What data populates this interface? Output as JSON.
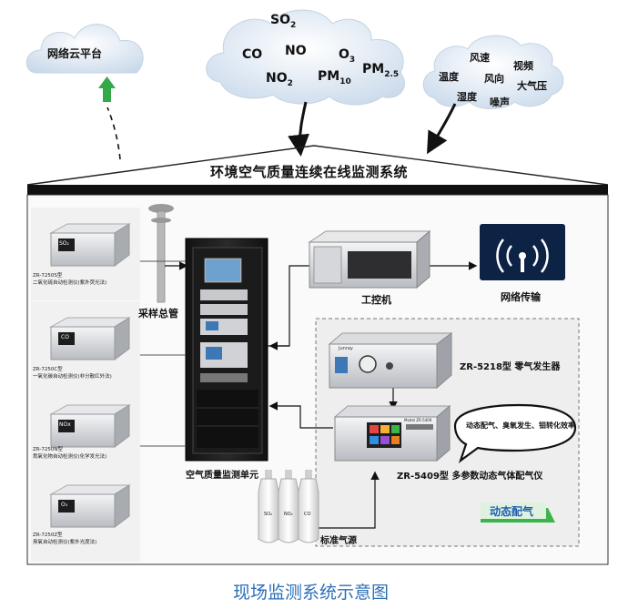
{
  "clouds": {
    "platform": {
      "label": "网络云平台"
    },
    "pollutants": {
      "so2": "SO",
      "so2_sub": "2",
      "co": "CO",
      "no": "NO",
      "o3": "O",
      "o3_sub": "3",
      "no2": "NO",
      "no2_sub": "2",
      "pm10": "PM",
      "pm10_sub": "10",
      "pm25": "PM",
      "pm25_sub": "2.5"
    },
    "weather": {
      "wind_speed": "风速",
      "temperature": "温度",
      "wind_direction": "风向",
      "visibility": "视频",
      "humidity": "湿度",
      "pressure": "大气压",
      "noise": "噪声"
    }
  },
  "system_title": "环境空气质量连续在线监测系统",
  "analyzers": [
    {
      "model": "ZR-7250S型",
      "desc": "二氧化硫自动检测仪(紫外荧光法)",
      "screen": "SO₂"
    },
    {
      "model": "ZR-7250C型",
      "desc": "一氧化碳自动检测仪(非分散红外法)",
      "screen": "CO"
    },
    {
      "model": "ZR-7250N型",
      "desc": "氮氧化物自动检测仪(化学发光法)",
      "screen": "NOx"
    },
    {
      "model": "ZR-7250Z型",
      "desc": "臭氧自动检测仪(紫外光度法)",
      "screen": "O₃"
    }
  ],
  "labels": {
    "sampling_pipe": "采样总管",
    "monitoring_unit": "空气质量监测单元",
    "industrial_pc": "工控机",
    "network": "网络传输",
    "zero_gas": "ZR-5218型 零气发生器",
    "calibrator": "ZR-5409型 多参数动态气体配气仪",
    "speech": "动态配气、臭氧发生、钼转化效率",
    "dynamic_dist": "动态配气",
    "standard_gas": "标准气源",
    "zero_gas_brand": "Junray",
    "calibrator_screen_title": "Model ZR-5409",
    "cylinders": [
      "SO₂",
      "NO₂",
      "CO"
    ]
  },
  "colors": {
    "cloud_fill": "#d7e4f1",
    "arrow_green": "#35a84a",
    "dark_panel": "#1d1d1f",
    "network_bg": "#0d2345",
    "title_blue": "#2b6fb8",
    "badge_green": "#3bb54a"
  },
  "footer": "现场监测系统示意图"
}
